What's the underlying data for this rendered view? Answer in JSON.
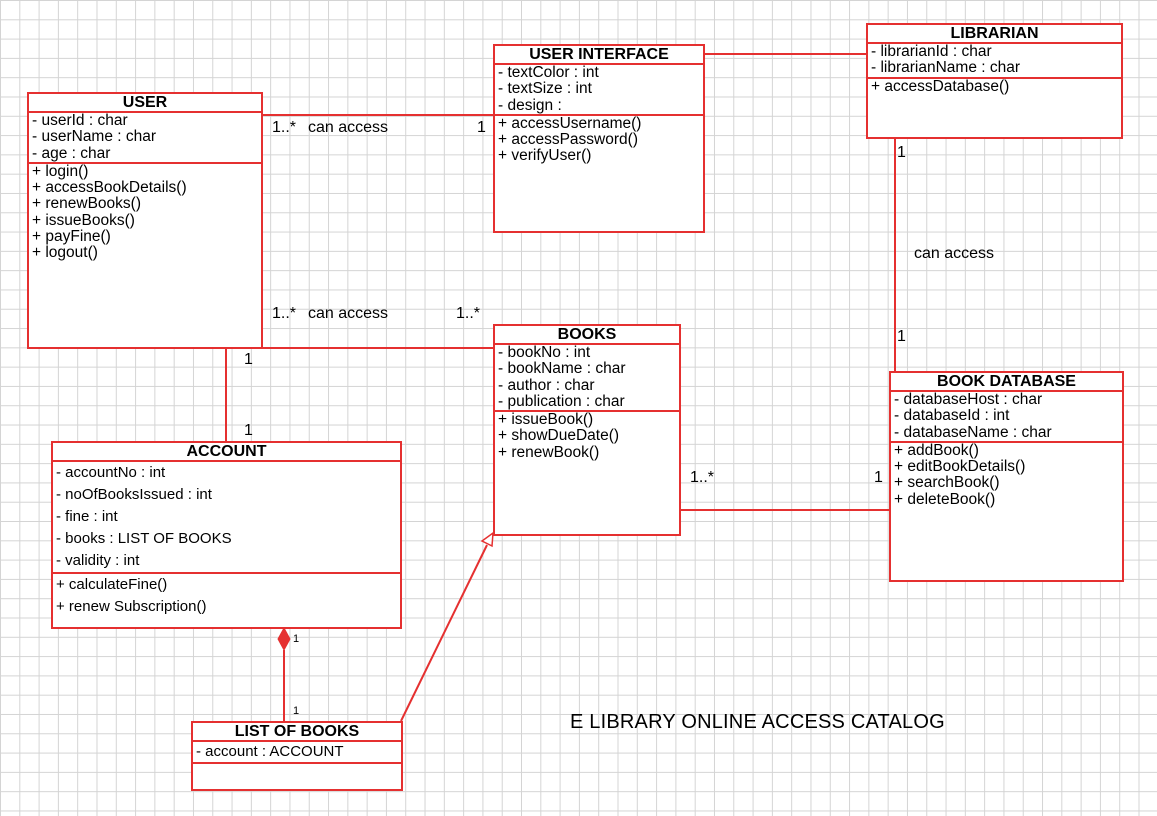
{
  "diagram_title": "E LIBRARY ONLINE ACCESS CATALOG",
  "colors": {
    "class_border": "#e53030",
    "connector": "#e53030",
    "grid": "#d4d4d4"
  },
  "classes": {
    "user": {
      "name": "USER",
      "attributes": [
        "- userId : char",
        "- userName : char",
        "- age : char"
      ],
      "operations": [
        "+ login()",
        "+ accessBookDetails()",
        "+ renewBooks()",
        "+ issueBooks()",
        "+ payFine()",
        "+ logout()"
      ]
    },
    "user_interface": {
      "name": "USER INTERFACE",
      "attributes": [
        "- textColor : int",
        "- textSize : int",
        "- design :"
      ],
      "operations": [
        "+ accessUsername()",
        "+ accessPassword()",
        "+ verifyUser()"
      ]
    },
    "librarian": {
      "name": "LIBRARIAN",
      "attributes": [
        "- librarianId : char",
        "- librarianName : char"
      ],
      "operations": [
        "+ accessDatabase()"
      ]
    },
    "books": {
      "name": "BOOKS",
      "attributes": [
        "- bookNo : int",
        "- bookName : char",
        "- author : char",
        "- publication : char"
      ],
      "operations": [
        "+ issueBook()",
        "+ showDueDate()",
        "+ renewBook()"
      ]
    },
    "book_database": {
      "name": "BOOK DATABASE",
      "attributes": [
        "- databaseHost : char",
        "- databaseId : int",
        "- databaseName : char"
      ],
      "operations": [
        "+ addBook()",
        "+ editBookDetails()",
        "+ searchBook()",
        "+ deleteBook()"
      ]
    },
    "account": {
      "name": "ACCOUNT",
      "attributes": [
        "- accountNo : int",
        "- noOfBooksIssued : int",
        "- fine : int",
        "- books : LIST OF BOOKS",
        "- validity : int"
      ],
      "operations": [
        "+ calculateFine()",
        "+ renew Subscription()"
      ]
    },
    "list_of_books": {
      "name": "LIST OF BOOKS",
      "attributes": [
        "- account : ACCOUNT"
      ],
      "operations": []
    }
  },
  "relations": {
    "user_ui": {
      "label": "can access",
      "mult_user": "1..*",
      "mult_ui": "1"
    },
    "user_books": {
      "label": "can access",
      "mult_user": "1..*",
      "mult_books": "1..*"
    },
    "librarian_db": {
      "label": "can access",
      "mult_librarian": "1",
      "mult_db": "1"
    },
    "user_account": {
      "mult_user": "1",
      "mult_account": "1"
    },
    "books_db": {
      "mult_books": "1..*",
      "mult_db": "1"
    },
    "account_list": {
      "mult_account": "1",
      "mult_list": "1",
      "kind": "composition"
    },
    "list_books": {
      "kind": "generalization"
    }
  }
}
